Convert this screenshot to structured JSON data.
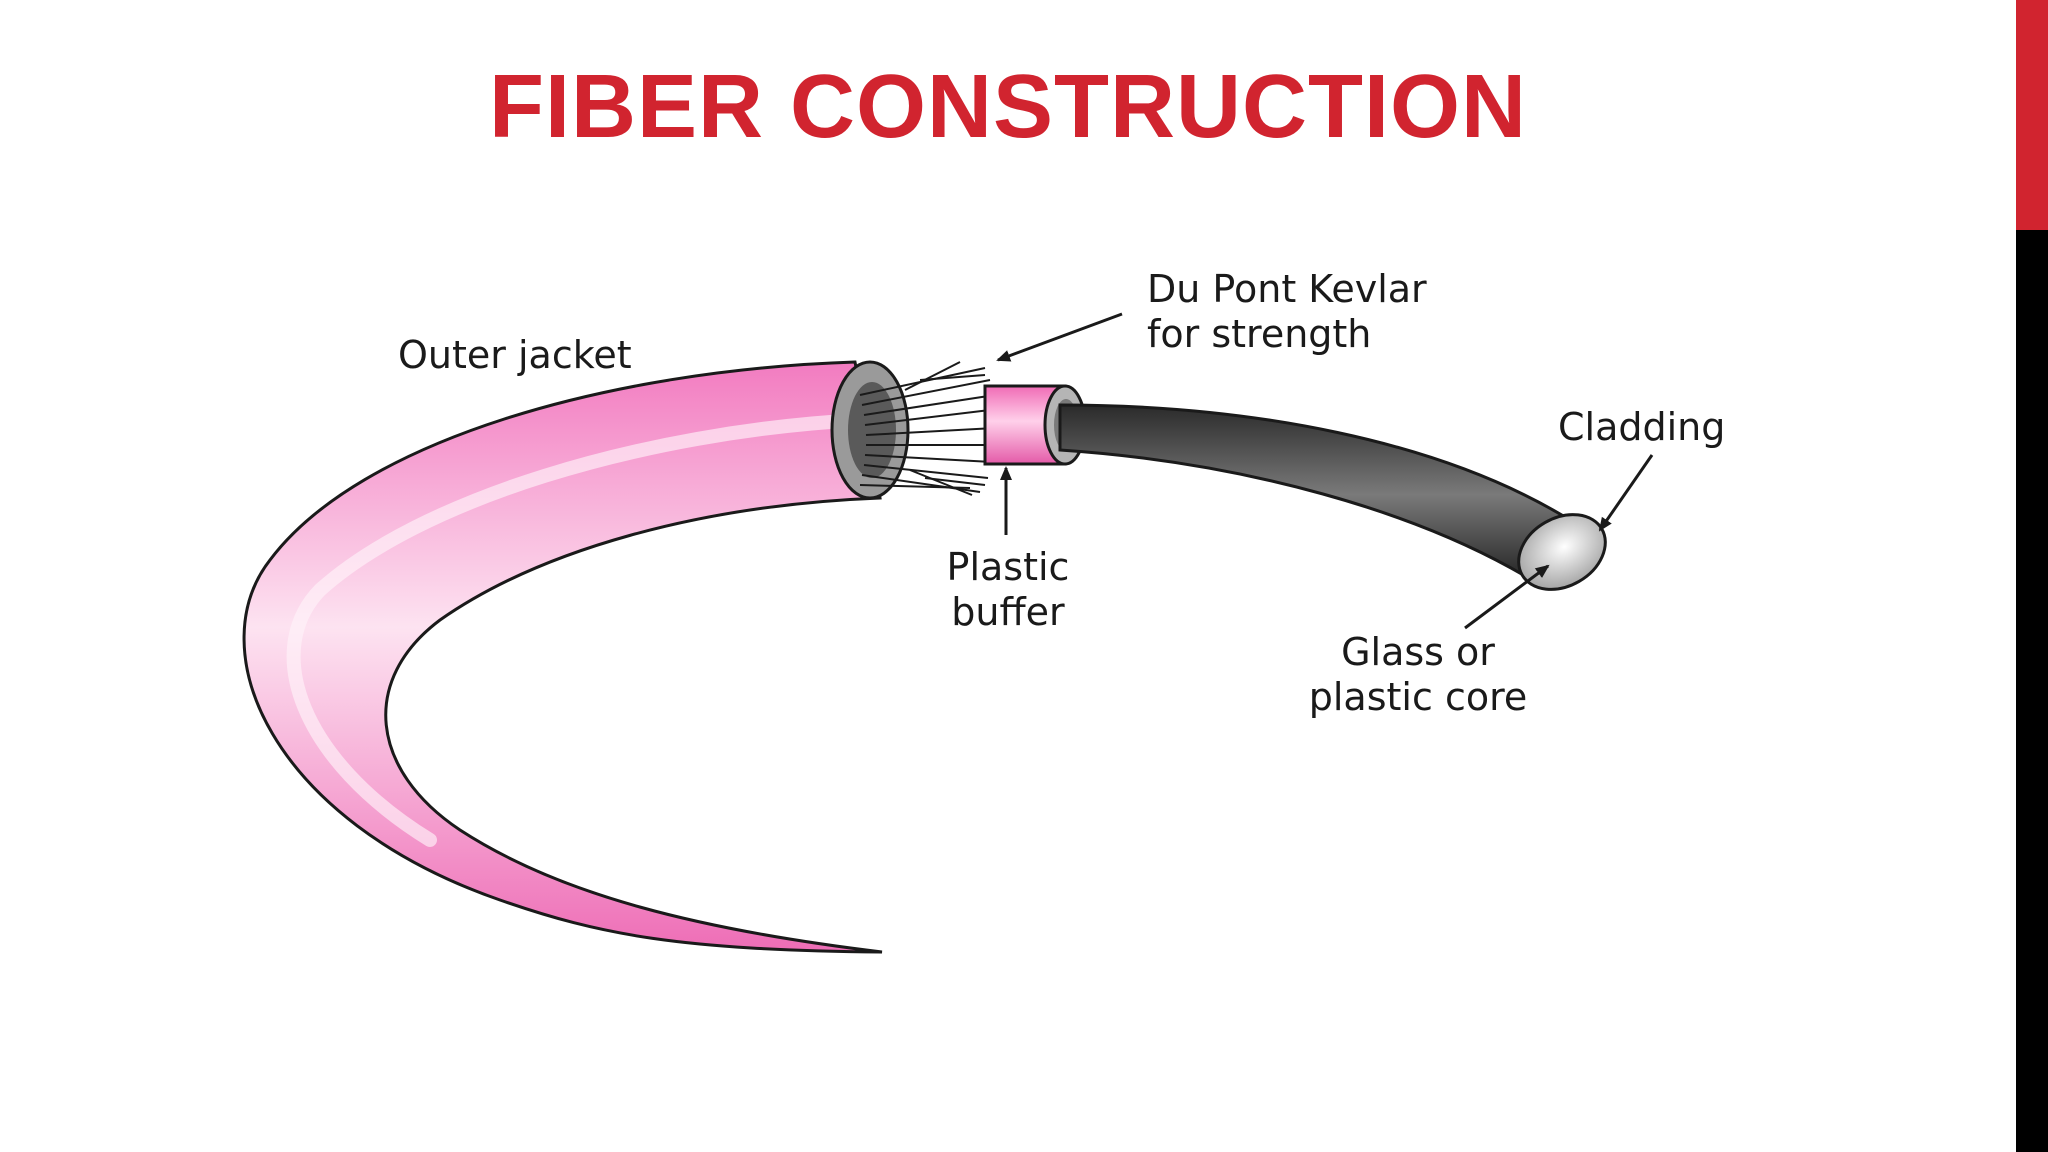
{
  "title": "FIBER CONSTRUCTION",
  "colors": {
    "title": "#d1242f",
    "sidebar_top": "#d1242f",
    "sidebar_bottom": "#000000",
    "jacket": "#f58cc8",
    "cable_core": "#3a3a3a"
  },
  "labels": {
    "outer_jacket": "Outer jacket",
    "kevlar_line1": "Du Pont Kevlar",
    "kevlar_line2": "for strength",
    "buffer_line1": "Plastic",
    "buffer_line2": "buffer",
    "cladding": "Cladding",
    "core_line1": "Glass or",
    "core_line2": "plastic core"
  }
}
